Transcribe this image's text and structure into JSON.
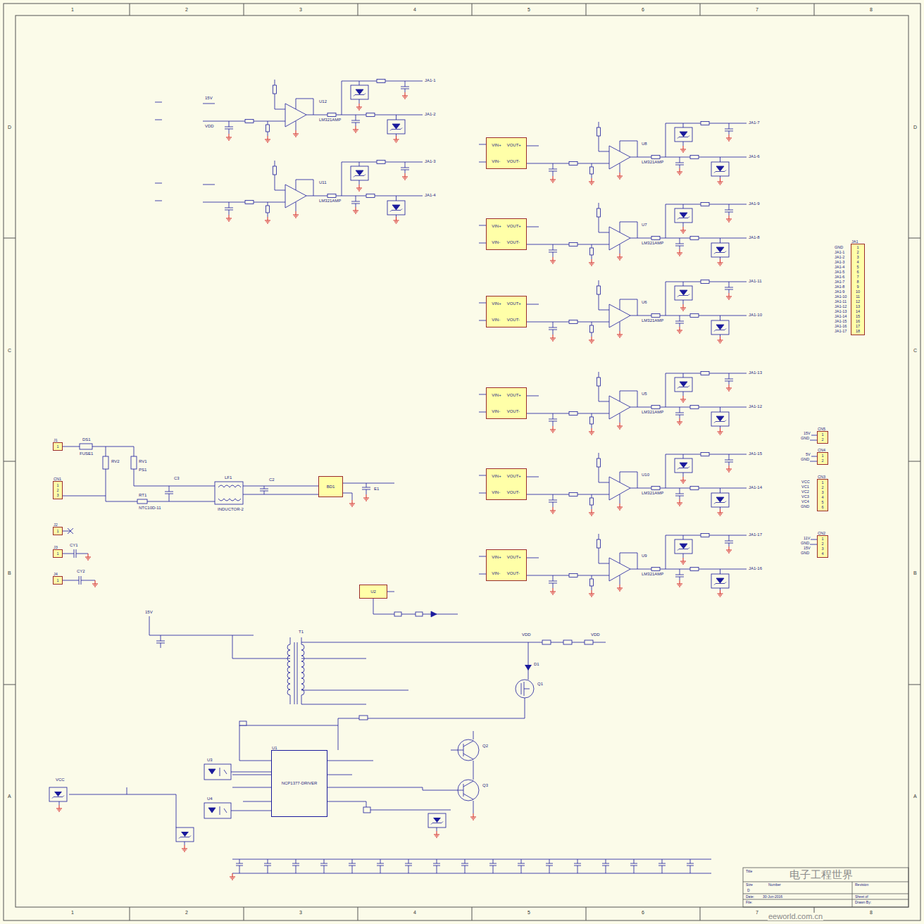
{
  "diagram": {
    "nodes": [
      {
        "text": [
          "VIN+",
          "VOUT+",
          "VIN-",
          "VOUT-"
        ]
      },
      {
        "text": [
          "VIN+",
          "VOUT+",
          "VIN-",
          "VOUT-"
        ]
      },
      {
        "text": [
          "VIN+",
          "VOUT+",
          "VIN-",
          "VOUT-"
        ]
      },
      {
        "text": [
          "VIN+",
          "VOUT+",
          "VIN-",
          "VOUT-"
        ]
      },
      {
        "text": [
          "VIN+",
          "VOUT+",
          "VIN-",
          "VOUT-"
        ]
      },
      {
        "text": [
          "VIN+",
          "VOUT+",
          "VIN-",
          "VOUT-"
        ]
      },
      {
        "text": [
          "JA1",
          "1",
          "2",
          "3",
          "4",
          "5",
          "6",
          "7",
          "8",
          "9",
          "10",
          "11",
          "12",
          "13",
          "14",
          "15",
          "16",
          "17",
          "18"
        ]
      },
      {
        "text": [
          "CN5",
          "1",
          "2"
        ]
      },
      {
        "text": [
          "CN4",
          "1",
          "2"
        ]
      },
      {
        "text": [
          "CN3",
          "1",
          "2",
          "3",
          "4",
          "5",
          "6"
        ]
      },
      {
        "text": [
          "CN2",
          "1",
          "2",
          "3",
          "4"
        ]
      },
      {
        "text": [
          "J1",
          "1"
        ]
      },
      {
        "text": [
          "CN1",
          "1",
          "2",
          "3"
        ]
      },
      {
        "text": [
          "BD1"
        ]
      },
      {
        "text": [
          "J2",
          "1"
        ]
      },
      {
        "text": [
          "J3",
          "1"
        ]
      },
      {
        "text": [
          "J4",
          "1"
        ]
      },
      {
        "text": [
          "U2"
        ]
      },
      {
        "text": [
          "U1",
          "NCP1377-DRIVER"
        ]
      }
    ],
    "labels": [
      "1",
      "2",
      "3",
      "4",
      "5",
      "6",
      "7",
      "8",
      "1",
      "2",
      "3",
      "4",
      "5",
      "6",
      "7",
      "8",
      "D",
      "C",
      "B",
      "A",
      "D",
      "C",
      "B",
      "A",
      "U12",
      "LM321AMP",
      "U11",
      "LM321AMP",
      "JA1-1",
      "JA1-2",
      "JA1-3",
      "JA1-4",
      "15V",
      "VDD",
      "U8",
      "LM321AMP",
      "JA1-7",
      "JA1-6",
      "U7",
      "LM321AMP",
      "JA1-9",
      "JA1-8",
      "U6",
      "LM321AMP",
      "JA1-11",
      "JA1-10",
      "U5",
      "LM321AMP",
      "JA1-13",
      "JA1-12",
      "U10",
      "LM321AMP",
      "JA1-15",
      "JA1-14",
      "U9",
      "LM321AMP",
      "JA1-17",
      "JA1-16",
      "GND",
      "JA1-1",
      "JA1-2",
      "JA1-3",
      "JA1-4",
      "JA1-5",
      "JA1-6",
      "JA1-7",
      "JA1-8",
      "JA1-9",
      "JA1-10",
      "JA1-11",
      "JA1-12",
      "JA1-13",
      "JA1-14",
      "JA1-15",
      "JA1-16",
      "JA1-17",
      "15V",
      "GND",
      "5V",
      "GND",
      "VCC",
      "VC1",
      "VC2",
      "VC3",
      "VC4",
      "GND",
      "11V",
      "GND",
      "15V",
      "GND",
      "DS1",
      "FUSE1",
      "RV2",
      "RV1",
      "PS1",
      "RT1",
      "NTC10D-11",
      "C3",
      "LF1",
      "INDUCTOR-2",
      "C2",
      "E1",
      "CY1",
      "CY2",
      "15V",
      "T1",
      "VDD",
      "VDD",
      "D1",
      "Q1",
      "Q2",
      "Q3",
      "VCC",
      "U3",
      "U4",
      "Title",
      "Size",
      "Number",
      "Revision",
      "D",
      "Date:",
      "30-Jun-2016",
      "Sheet of",
      "File:",
      "Drawn By:",
      "电子工程世界",
      "eeworld.com.cn"
    ]
  }
}
